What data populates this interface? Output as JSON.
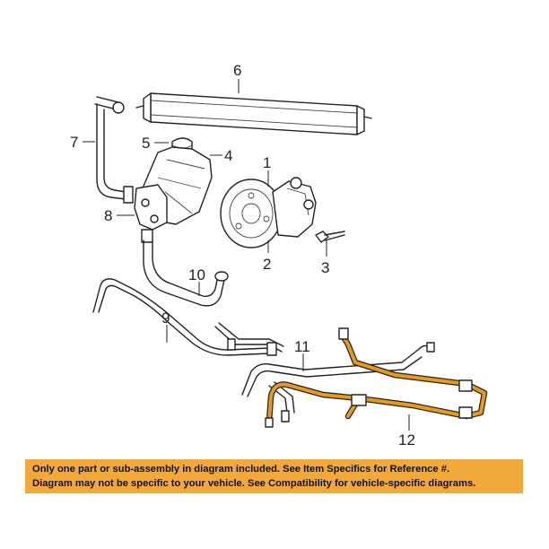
{
  "callouts": {
    "c1": "1",
    "c2": "2",
    "c3": "3",
    "c4": "4",
    "c5": "5",
    "c6": "6",
    "c7": "7",
    "c8": "8",
    "c9": "9",
    "c10": "10",
    "c11": "11",
    "c12": "12"
  },
  "notice": {
    "line1": "Only one part or sub-assembly in diagram included. See Item Specifics for Reference #.",
    "line2": "Diagram may not be specific to your vehicle. See Compatibility for vehicle-specific diagrams."
  },
  "colors": {
    "highlight": "#e89a1c",
    "notice_background": "#f2a93b",
    "line": "#222222"
  }
}
